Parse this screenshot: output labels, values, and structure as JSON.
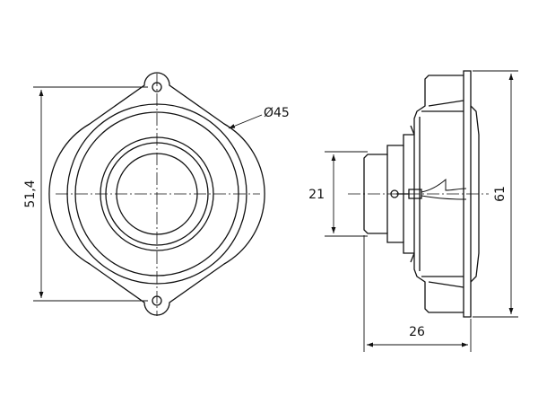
{
  "drawing": {
    "front_view": {
      "height_label": "51,4",
      "diameter_label": "Ø45"
    },
    "side_view": {
      "magnet_height_label": "21",
      "total_height_label": "61",
      "depth_label": "26"
    }
  },
  "colors": {
    "line": "#111111",
    "background": "#ffffff"
  }
}
